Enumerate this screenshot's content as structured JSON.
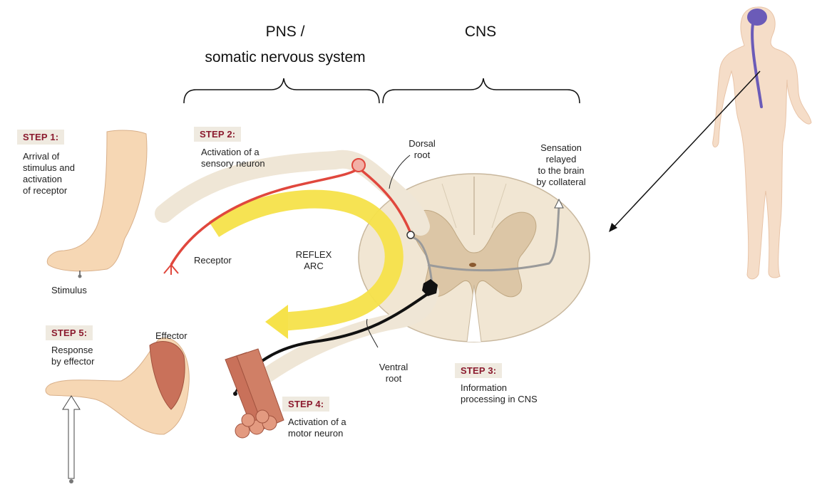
{
  "regions": {
    "pns_line1": "PNS /",
    "pns_line2": "somatic nervous system",
    "cns": "CNS"
  },
  "steps": [
    {
      "tag": "STEP 1:",
      "text": "Arrival of\nstimulus and\nactivation\nof receptor"
    },
    {
      "tag": "STEP 2:",
      "text": "Activation of a\nsensory neuron"
    },
    {
      "tag": "STEP 3:",
      "text": "Information\nprocessing in CNS"
    },
    {
      "tag": "STEP 4:",
      "text": "Activation of a\nmotor neuron"
    },
    {
      "tag": "STEP 5:",
      "text": "Response\nby effector"
    }
  ],
  "labels": {
    "stimulus": "Stimulus",
    "receptor": "Receptor",
    "reflex_arc": "REFLEX\nARC",
    "dorsal_root": "Dorsal\nroot",
    "ventral_root": "Ventral\nroot",
    "sensation": "Sensation\nrelayed\nto the brain\nby collateral",
    "effector": "Effector"
  },
  "colors": {
    "sensory_neuron": "#e0473d",
    "motor_neuron": "#111111",
    "reflex_arrow": "#f6e24a",
    "spinal_cord": "#f1e6d3",
    "gray_matter": "#dcc6a6",
    "skin": "#f6d7b4",
    "muscle": "#c9715a",
    "step_tag_text": "#8b1a2e",
    "nervous_system": "#6b5bb8"
  }
}
